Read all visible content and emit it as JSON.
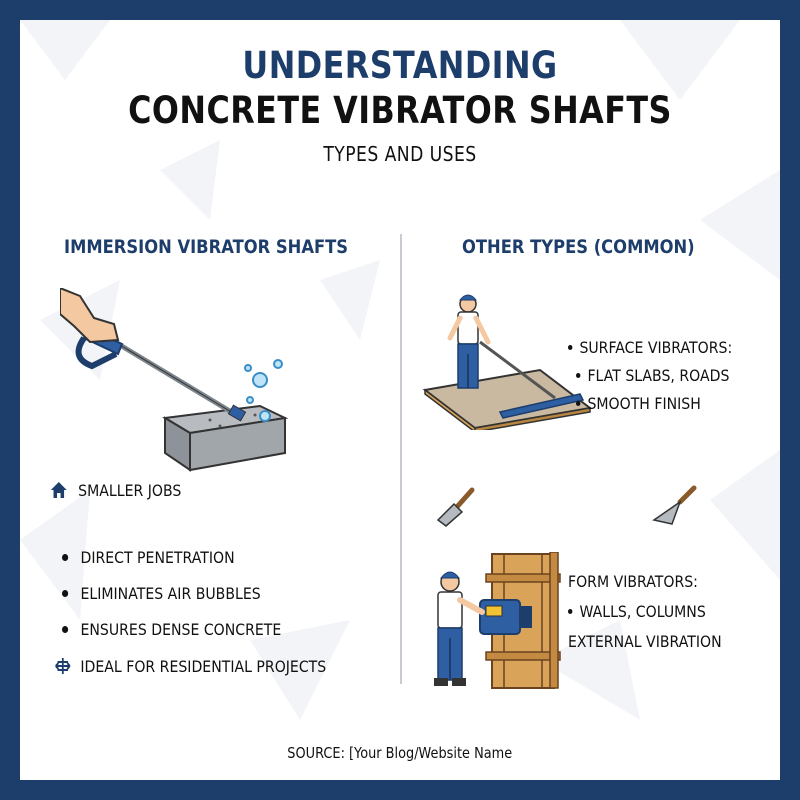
{
  "header": {
    "title_line1": "UNDERSTANDING",
    "title_line2": "CONCRETE VIBRATOR SHAFTS",
    "subtitle": "TYPES AND USES"
  },
  "left": {
    "heading": "IMMERSION VIBRATOR SHAFTS",
    "tag": "SMALLER JOBS",
    "bullets": [
      "DIRECT PENETRATION",
      "ELIMINATES AIR BUBBLES",
      "ENSURES DENSE CONCRETE"
    ],
    "note": "IDEAL FOR RESIDENTIAL PROJECTS"
  },
  "right": {
    "heading": "OTHER TYPES (COMMON)",
    "surface": {
      "title": "SURFACE VIBRATORS:",
      "use": "FLAT SLABS, ROADS",
      "finish": "SMOOTH FINISH"
    },
    "form": {
      "title": "FORM VIBRATORS:",
      "use": "WALLS, COLUMNS",
      "detail": "EXTERNAL VIBRATION"
    }
  },
  "footer": {
    "source": "SOURCE: [Your Blog/Website Name"
  },
  "colors": {
    "navy": "#1d3d6b",
    "frame": "#1d3d6b",
    "wood": "#d9a45a",
    "concrete": "#9ea3a8"
  },
  "icons": [
    "house-icon",
    "vibration-icon",
    "scraper-icon",
    "trowel-icon"
  ]
}
